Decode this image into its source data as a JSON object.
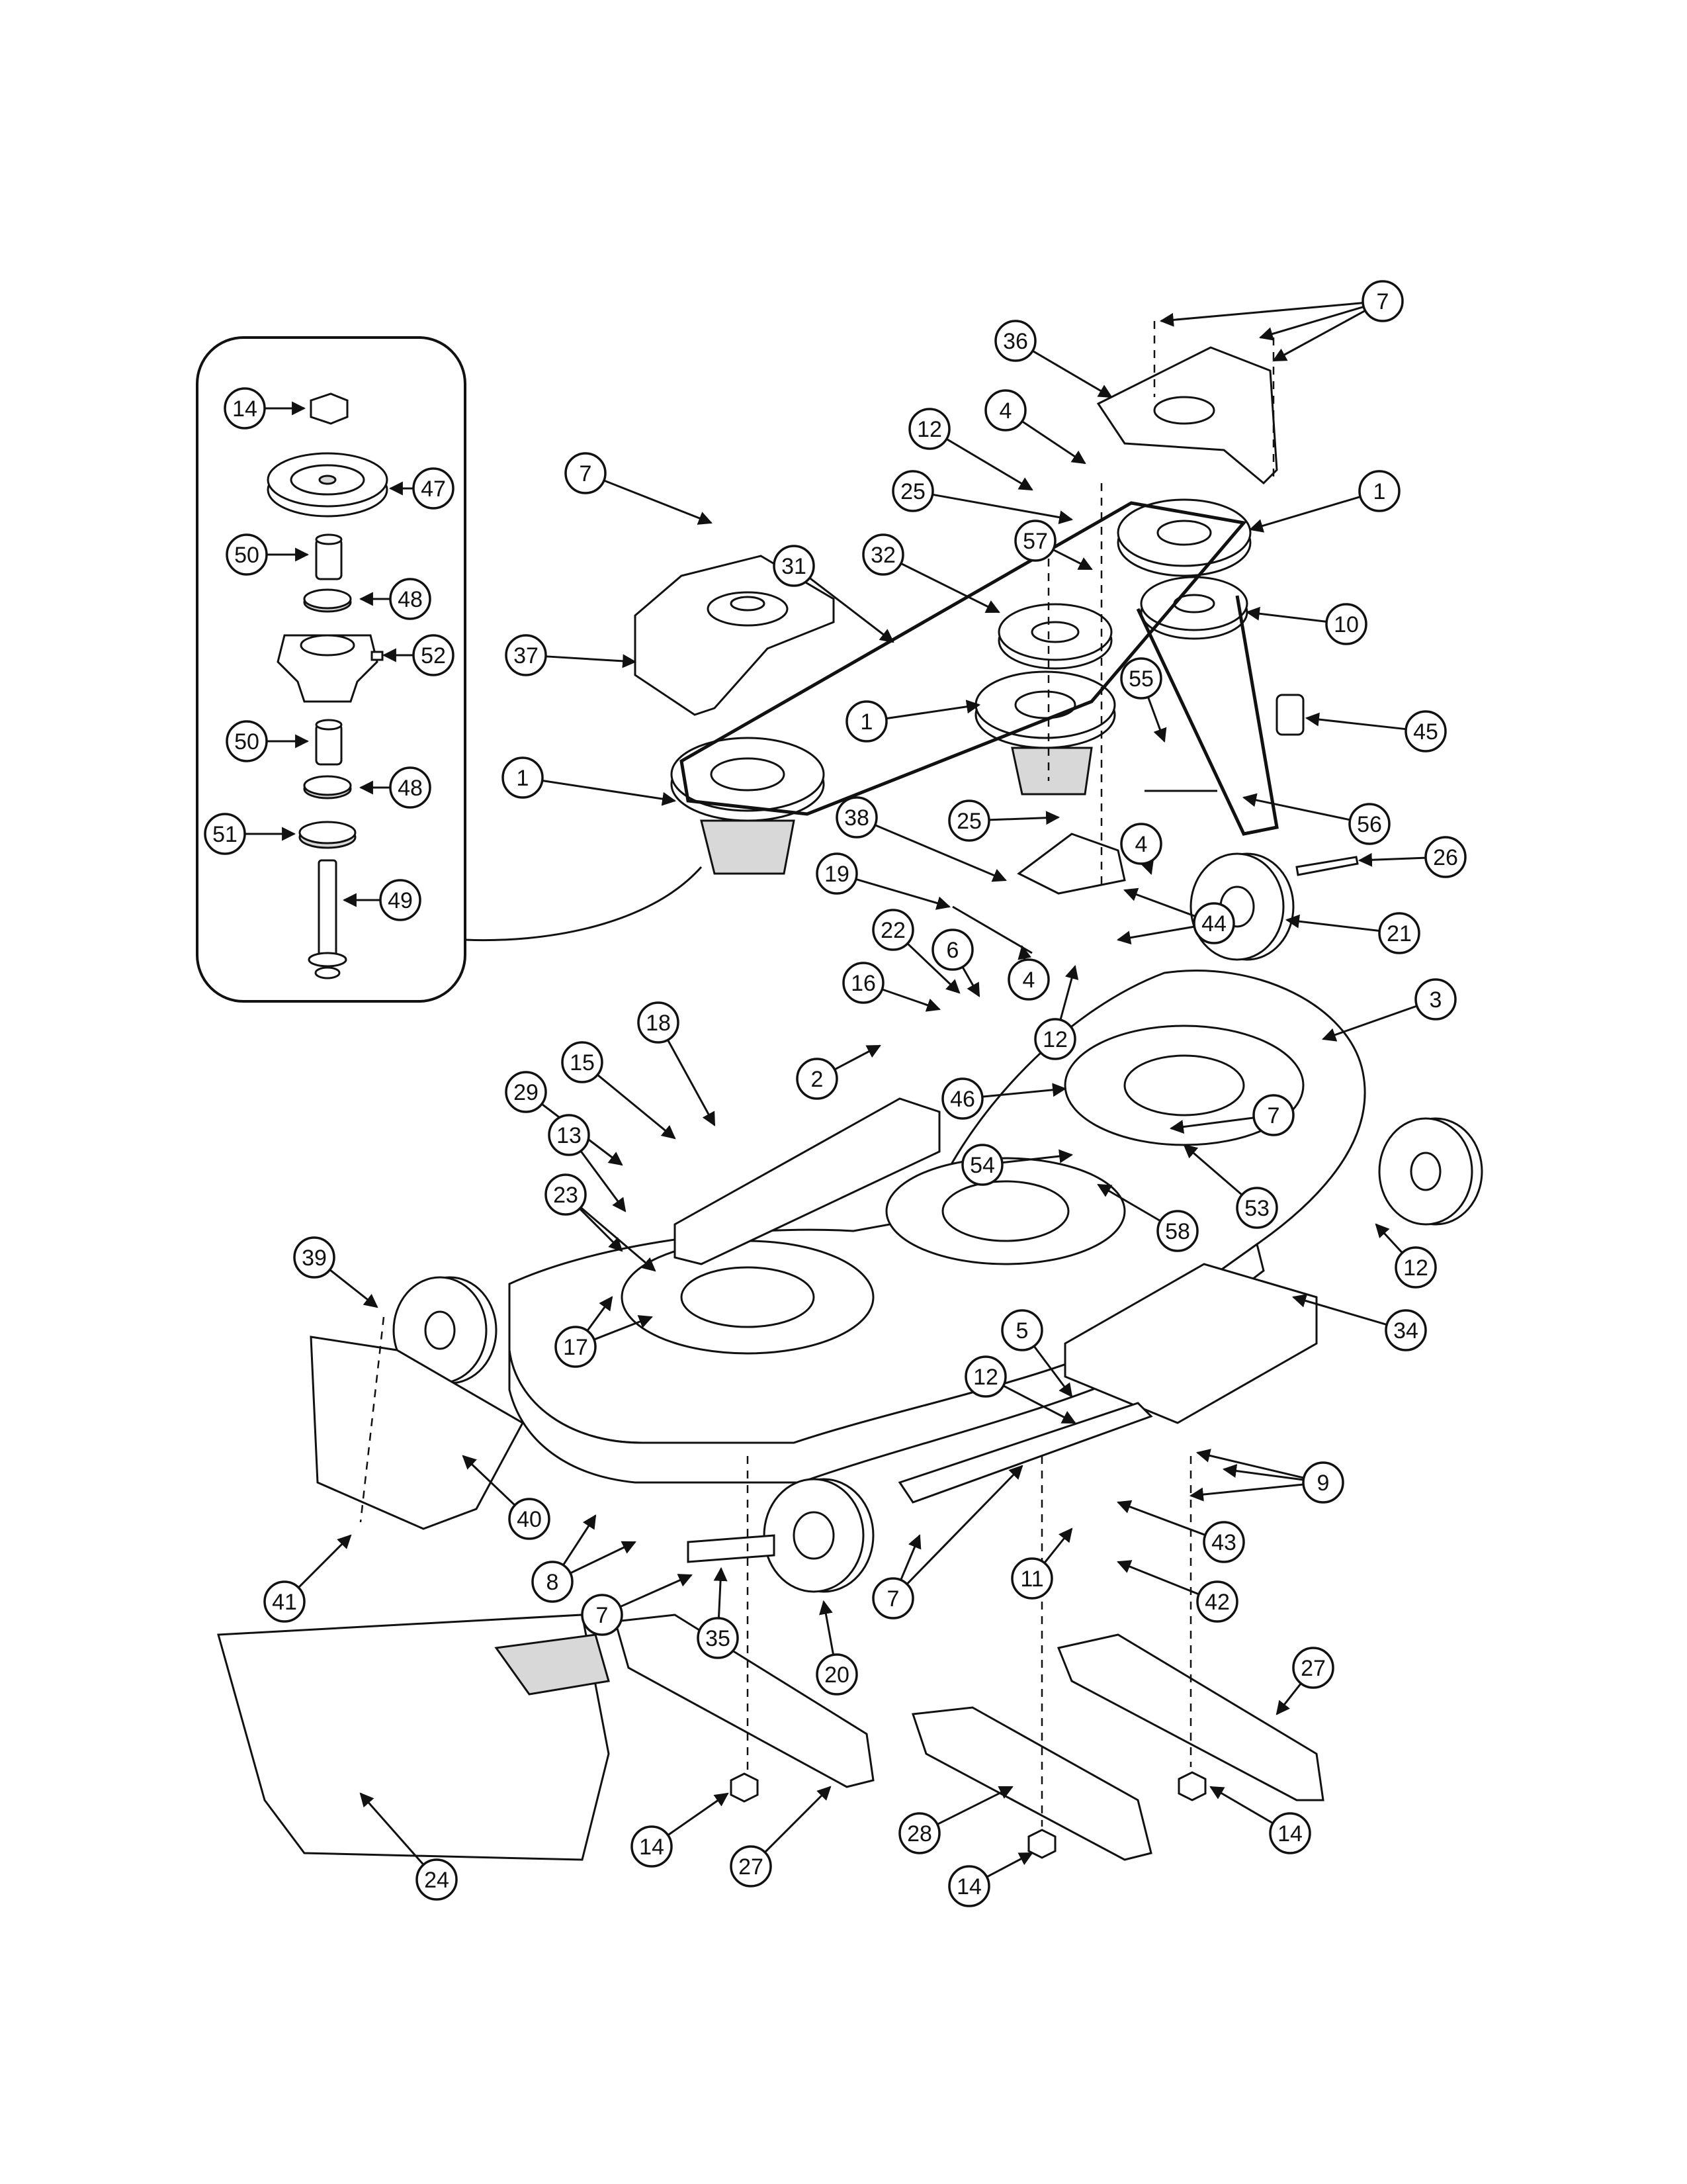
{
  "diagram": {
    "kind": "exploded-parts-view",
    "callouts": [
      "1",
      "2",
      "3",
      "4",
      "5",
      "6",
      "7",
      "8",
      "9",
      "10",
      "11",
      "12",
      "13",
      "14",
      "15",
      "16",
      "17",
      "18",
      "19",
      "20",
      "21",
      "22",
      "23",
      "24",
      "25",
      "26",
      "27",
      "28",
      "29",
      "31",
      "32",
      "34",
      "35",
      "36",
      "37",
      "38",
      "39",
      "40",
      "41",
      "42",
      "43",
      "44",
      "45",
      "46",
      "47",
      "48",
      "49",
      "50",
      "51",
      "52",
      "53",
      "54",
      "55",
      "56",
      "57",
      "58"
    ]
  }
}
